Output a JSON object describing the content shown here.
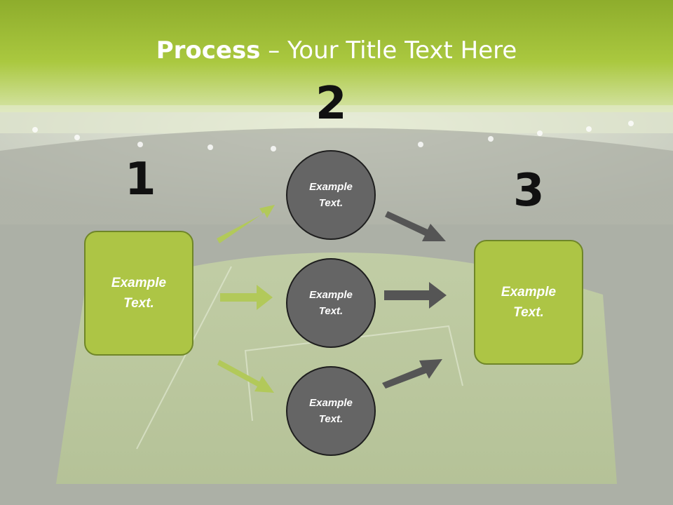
{
  "title": {
    "bold": "Process",
    "rest": " – Your Title Text Here"
  },
  "steps": {
    "one": "1",
    "two": "2",
    "three": "3"
  },
  "left_box": {
    "line1": "Example",
    "line2": "Text."
  },
  "right_box": {
    "line1": "Example",
    "line2": "Text."
  },
  "circles": [
    {
      "line1": "Example",
      "line2": "Text."
    },
    {
      "line1": "Example",
      "line2": "Text."
    },
    {
      "line1": "Example",
      "line2": "Text."
    }
  ],
  "colors": {
    "header": "#9fbe2f",
    "box": "#adc545",
    "circle": "#656565",
    "arrow_green": "#b2c95a",
    "arrow_gray": "#555555"
  }
}
